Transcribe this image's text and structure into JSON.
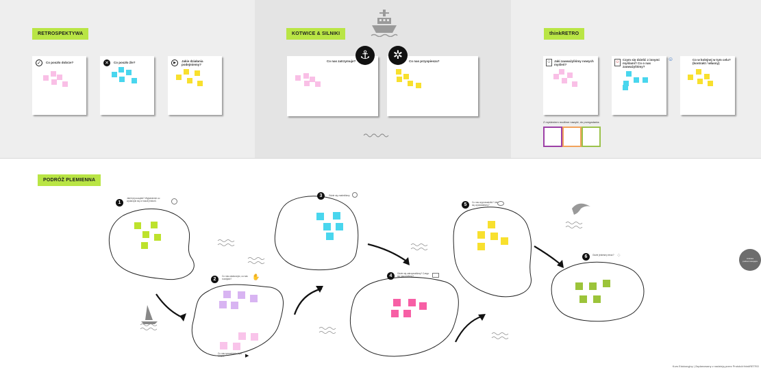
{
  "sections": {
    "retro": {
      "title": "RETROSPEKTYWA"
    },
    "anchors": {
      "title": "KOTWICE & SILNIKI"
    },
    "thinkretro": {
      "title": "thinkRETRO"
    },
    "journey": {
      "title": "PODRÓŻ PLEMIENNA"
    }
  },
  "retro_cards": [
    {
      "label": "Co poszło dobrze?",
      "icon": "check-circle-icon"
    },
    {
      "label": "Co poszło źle?",
      "icon": "x-circle-icon"
    },
    {
      "label": "Jakie działania podejmiemy?",
      "icon": "play-circle-icon"
    }
  ],
  "anchor_cards": [
    {
      "label": "Co nas zatrzymuje?",
      "icon": "anchor-icon"
    },
    {
      "label": "Co nas przyspiesza?",
      "icon": "fan-icon"
    }
  ],
  "think_cards": [
    {
      "label": "Jaki zauważyliśmy nowych myśleń?"
    },
    {
      "label": "Czym się dzielić z innymi myślami? Co o nas zauważyliśmy?"
    },
    {
      "label": "Co w kolejnej w tym celu? (kontrakt / własny)"
    }
  ],
  "think_note": "Z myśleniem możliwe nawyki, do przegadania:",
  "journey_steps": [
    {
      "num": "1",
      "text": "Jaki był początek? Wyjaśnienie co wydarzyło się w naszej historii."
    },
    {
      "num": "2",
      "text": "Co nas zaskoczyło, co nas rozwijało?"
    },
    {
      "num": "3",
      "text": "Gdzie się znaleźliśmy"
    },
    {
      "num": "4",
      "text": "Gdzie się zatrzymaliśmy? Czego się nauczyliśmy?"
    },
    {
      "num": "5",
      "text": "Co nas wyprowadziło? Jak się wydostaliśmy?"
    },
    {
      "num": "6",
      "text": "Gdzie jesteśmy teraz?"
    }
  ],
  "step2_bottom_text": "Co nas spowalniało, było trudne?",
  "side_badge": "Ankieta podsumowująca",
  "footer": "Kurs Edukacyjny | Zaplanowany z nadzieją przez Protokół thinkRETRO",
  "colors": {
    "accent": "#b9e545",
    "panel_grey": "#ededed",
    "panel_dark": "#e3e3e3"
  }
}
